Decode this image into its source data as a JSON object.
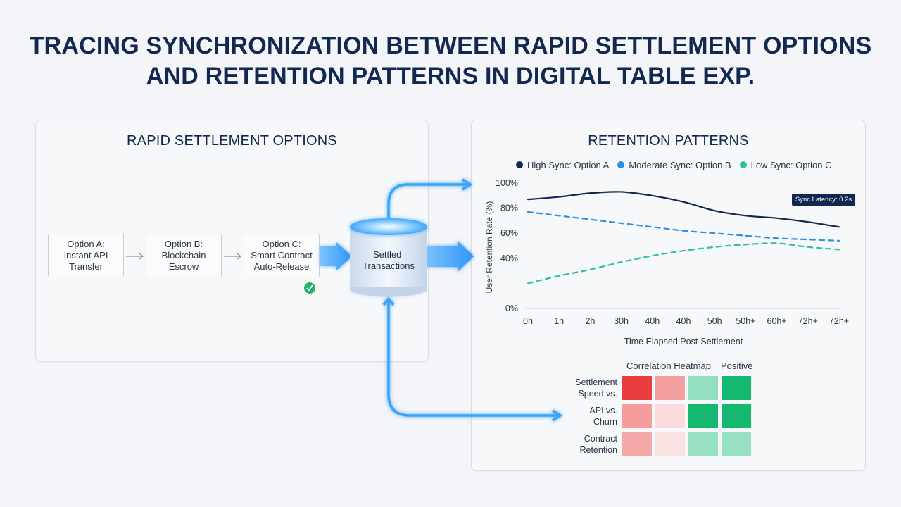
{
  "title": {
    "line1": "TRACING SYNCHRONIZATION BETWEEN RAPID SETTLEMENT OPTIONS",
    "line2": "AND RETENTION PATTERNS IN DIGITAL TABLE EXP."
  },
  "left_panel": {
    "title": "RAPID SETTLEMENT OPTIONS",
    "options": [
      {
        "label": "Option A:\nInstant API\nTransfer"
      },
      {
        "label": "Option B:\nBlockchain\nEscrow"
      },
      {
        "label": "Option C:\nSmart Contract\nAuto-Release"
      }
    ],
    "check_icon": "check-circle-icon",
    "database": {
      "label": "Settled\nTransactions",
      "icon": "database-cylinder-icon"
    }
  },
  "right_panel": {
    "title": "RETENTION PATTERNS",
    "tooltip": "Sync Latency: 0.2s"
  },
  "colors": {
    "navy": "#13284f",
    "blue": "#2b8fe3",
    "teal": "#2cc19a",
    "flow": "#3aa3f5",
    "neg_strong": "#ea3e3e",
    "neg_mid": "#f5a0a0",
    "neg_light": "#fadcdc",
    "pos_light": "#93dfbf",
    "pos_strong": "#14b86e"
  },
  "chart_data": {
    "type": "line",
    "ylabel": "User Retention Rate (%)",
    "xlabel": "Time Elapsed Post-Settlement",
    "x_ticks": [
      "0h",
      "1h",
      "2h",
      "30h",
      "40h",
      "40h",
      "50h",
      "50h+",
      "60h+",
      "72h+",
      "72h+"
    ],
    "y_ticks": [
      "0%",
      "40%",
      "60%",
      "80%",
      "100%"
    ],
    "ylim": [
      0,
      100
    ],
    "grid": false,
    "legend_position": "top",
    "series": [
      {
        "name": "High Sync: Option A",
        "color": "#13284f",
        "style": "solid",
        "values": [
          87,
          89,
          92,
          93,
          90,
          85,
          78,
          74,
          72,
          69,
          65
        ]
      },
      {
        "name": "Moderate Sync: Option B",
        "color": "#2b8fe3",
        "style": "dashed",
        "values": [
          77,
          74,
          71,
          68,
          65,
          62,
          60,
          58,
          56,
          55,
          54
        ]
      },
      {
        "name": "Low Sync: Option C",
        "color": "#2cc19a",
        "style": "dashed",
        "values": [
          20,
          26,
          31,
          37,
          42,
          46,
          49,
          51,
          52,
          49,
          47
        ]
      }
    ]
  },
  "heatmap": {
    "title": "Correlation Heatmap",
    "positive_label": "Positive",
    "rows": [
      {
        "label": "Settlement\nSpeed vs.",
        "cells": [
          "#ea3e3e",
          "#f5a0a0",
          "#93dfbf",
          "#14b86e"
        ]
      },
      {
        "label": "API vs.\nChurn",
        "cells": [
          "#f59c9c",
          "#fadcdc",
          "#14b86e",
          "#14b86e"
        ]
      },
      {
        "label": "Contract\nRetention",
        "cells": [
          "#f5a8a8",
          "#fbe2e2",
          "#98e0c2",
          "#98e0c2"
        ]
      }
    ]
  }
}
